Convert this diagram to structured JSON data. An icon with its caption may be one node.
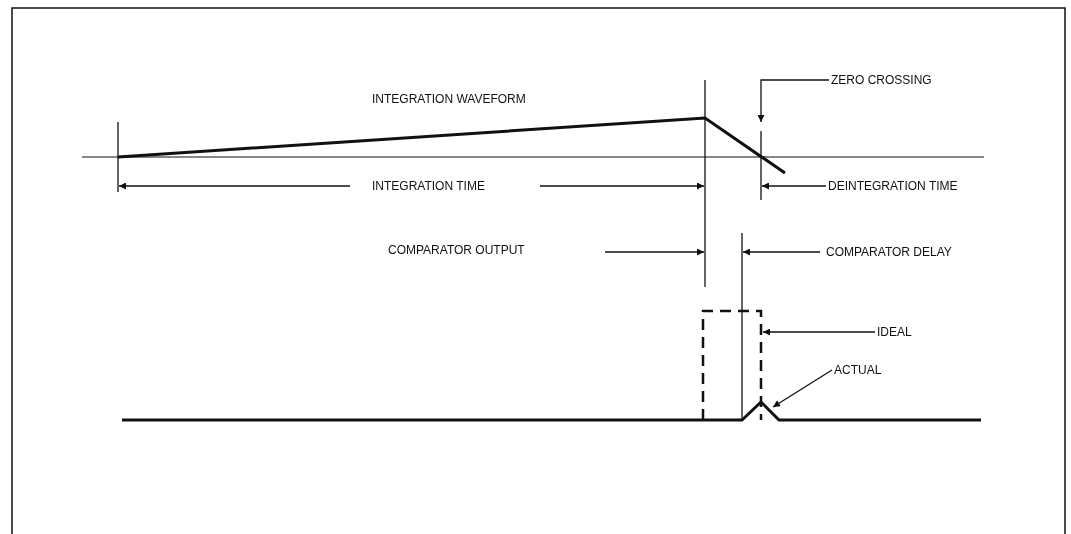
{
  "diagram": {
    "nodes": [
      {
        "text": [
          "ZERO CROSSING"
        ]
      },
      {
        "text": [
          "IDEAL"
        ]
      },
      {
        "text": [
          "ACTUAL"
        ]
      },
      {
        "text": [],
        "shape": "box"
      },
      {
        "text": [],
        "shape": "line"
      }
    ],
    "edges": [
      {
        "from": 0,
        "to": null,
        "arrow": "to"
      },
      {
        "from": 1,
        "to": 3,
        "arrow": "to"
      },
      {
        "from": 2,
        "to": 4,
        "arrow": "to"
      }
    ],
    "labels": [
      "INTEGRATION WAVEFORM",
      "INTEGRATION TIME",
      "DEINTEGRATION TIME",
      "COMPARATOR OUTPUT",
      "COMPARATOR DELAY"
    ]
  }
}
